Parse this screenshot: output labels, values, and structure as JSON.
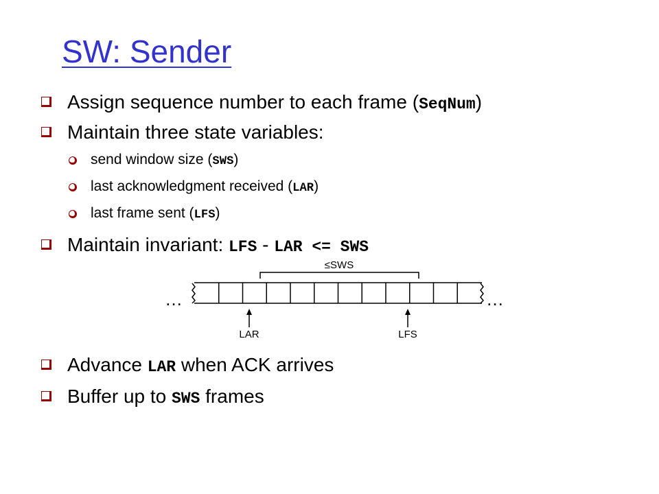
{
  "slide": {
    "title": "SW: Sender",
    "bullets": [
      {
        "pre": "Assign sequence number to each frame (",
        "code": "SeqNum",
        "post": ")"
      },
      {
        "pre": "Maintain three state variables:",
        "code": "",
        "post": ""
      }
    ],
    "sub_bullets": [
      {
        "pre": "send window size (",
        "code": "SWS",
        "post": ")"
      },
      {
        "pre": "last acknowledgment received (",
        "code": "LAR",
        "post": ")"
      },
      {
        "pre": "last frame sent (",
        "code": "LFS",
        "post": ")"
      }
    ],
    "invariant": {
      "pre": "Maintain invariant: ",
      "code1": "LFS",
      "mid": " - ",
      "code2": "LAR",
      "op": " <= ",
      "code3": "SWS"
    },
    "lower_bullets": [
      {
        "pre": "Advance ",
        "code": "LAR",
        "post": " when ACK arrives"
      },
      {
        "pre": "Buffer up to ",
        "code": "SWS",
        "post": " frames"
      }
    ]
  },
  "diagram": {
    "window_label": "SWS",
    "window_symbol": "≤",
    "left_ellipsis": "…",
    "right_ellipsis": "…",
    "lar_label": "LAR",
    "lfs_label": "LFS",
    "frame_count": 12
  },
  "colors": {
    "title": "#3333cc",
    "bullet_marker": "#990000",
    "text": "#000000"
  }
}
